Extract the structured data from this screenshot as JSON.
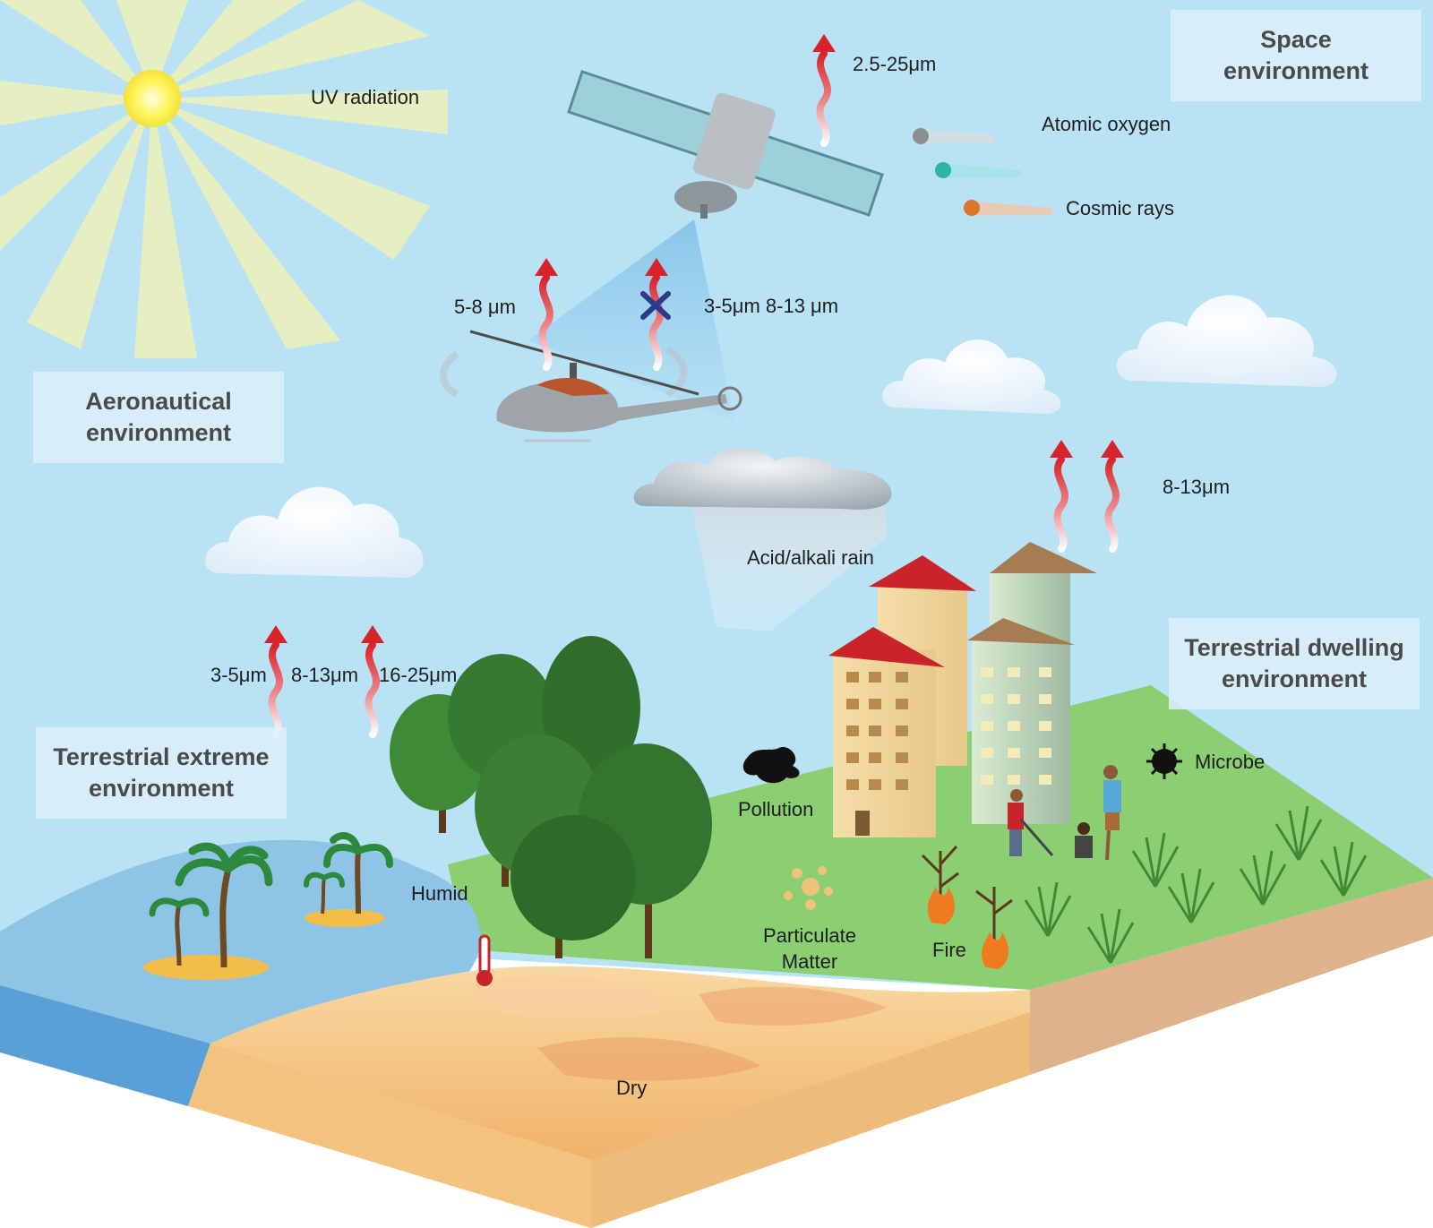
{
  "environments": {
    "space": "Space\nenvironment",
    "aeronautical": "Aeronautical\nenvironment",
    "terrestrial_dwelling": "Terrestrial dwelling\nenvironment",
    "terrestrial_extreme": "Terrestrial extreme\nenvironment"
  },
  "labels": {
    "uv_radiation": "UV radiation",
    "atomic_oxygen": "Atomic oxygen",
    "cosmic_rays": "Cosmic rays",
    "band_space": "2.5-25μm",
    "band_heli": "5-8 μm",
    "band_sat": "3-5μm 8-13 μm",
    "band_dwelling": "8-13μm",
    "band_extreme_1": "3-5μm",
    "band_extreme_2": "8-13μm",
    "band_extreme_3": "16-25μm",
    "acid_rain": "Acid/alkali rain",
    "pollution": "Pollution",
    "microbe": "Microbe",
    "particulate": "Particulate\nMatter",
    "fire": "Fire",
    "humid": "Humid",
    "dry": "Dry"
  },
  "colors": {
    "sky": "#b9e3f5",
    "grass": "#8ccf73",
    "sea": "#8ec5e6",
    "sand": "#f3c27e",
    "arrow": "#d8232a",
    "box_text": "#4a4a4a"
  }
}
